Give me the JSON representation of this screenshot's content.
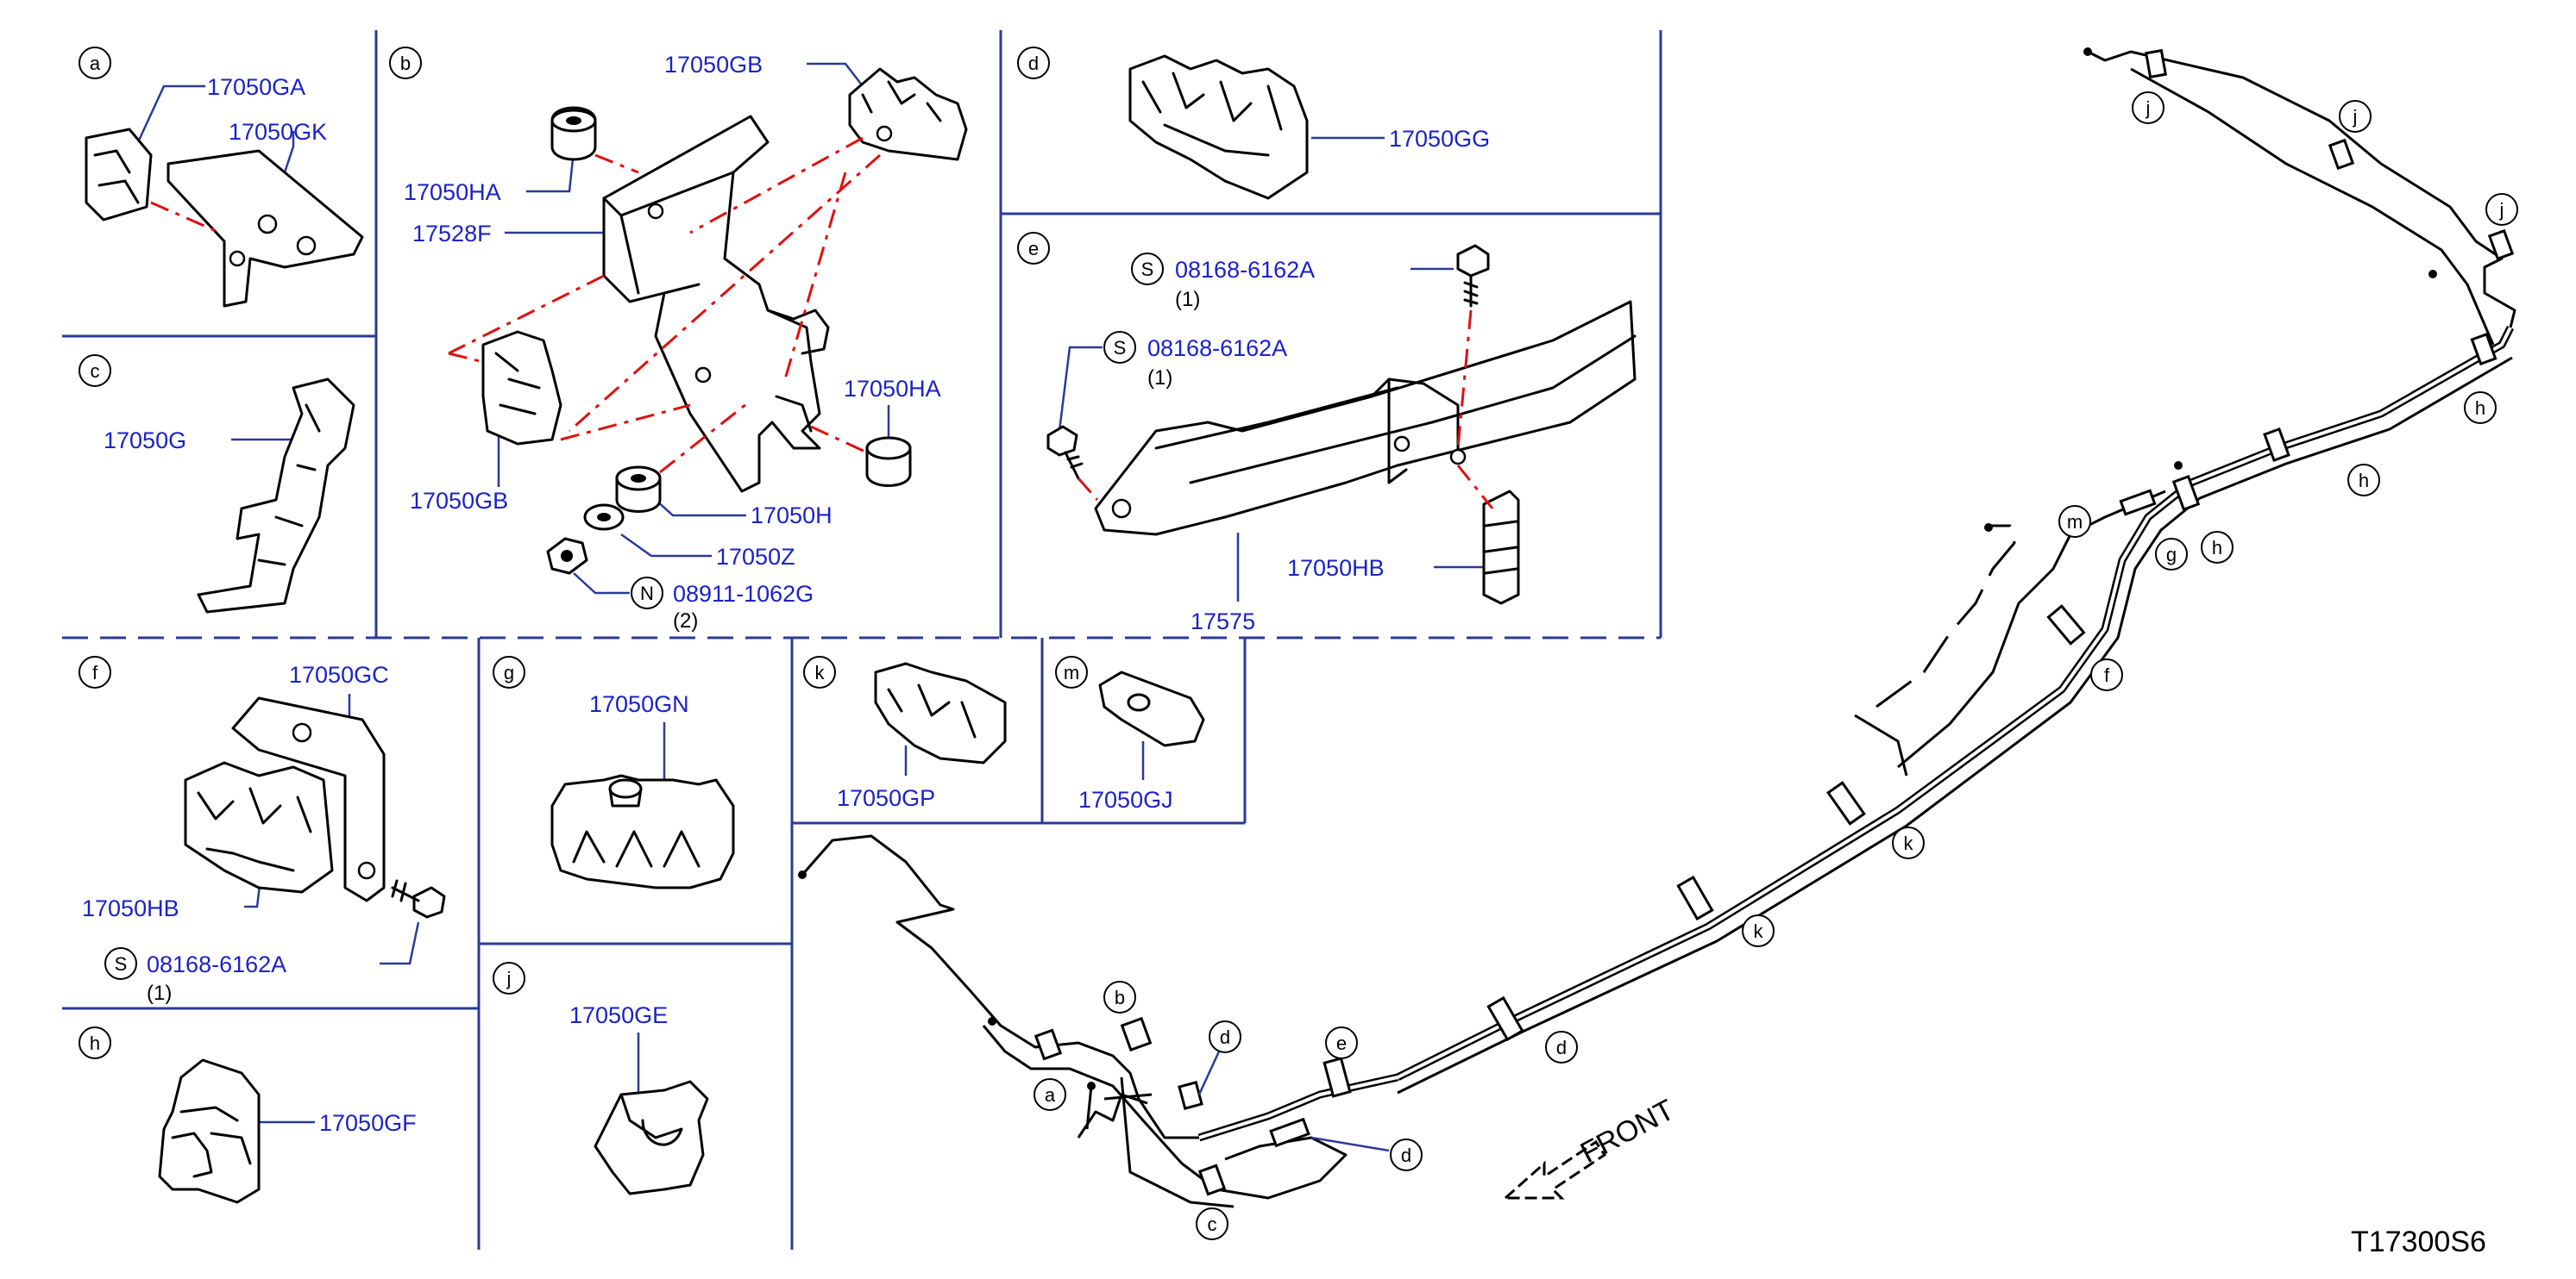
{
  "diagram_id": "T17300S6",
  "front_label": "FRONT",
  "panels": {
    "a": {
      "letter": "a",
      "parts": [
        "17050GA",
        "17050GK"
      ]
    },
    "b": {
      "letter": "b",
      "parts": [
        "17050GB",
        "17050HA",
        "17528F",
        "17050GB",
        "17050HA",
        "17050H",
        "17050Z"
      ],
      "nut": {
        "prefix": "N",
        "part": "08911-1062G",
        "qty": "(2)"
      }
    },
    "c": {
      "letter": "c",
      "parts": [
        "17050G"
      ]
    },
    "d": {
      "letter": "d",
      "parts": [
        "17050GG"
      ]
    },
    "e": {
      "letter": "e",
      "bolts": [
        {
          "prefix": "S",
          "part": "08168-6162A",
          "qty": "(1)"
        },
        {
          "prefix": "S",
          "part": "08168-6162A",
          "qty": "(1)"
        }
      ],
      "parts": [
        "17050HB",
        "17575"
      ]
    },
    "f": {
      "letter": "f",
      "parts": [
        "17050GC",
        "17050HB"
      ],
      "bolt": {
        "prefix": "S",
        "part": "08168-6162A",
        "qty": "(1)"
      }
    },
    "g": {
      "letter": "g",
      "parts": [
        "17050GN"
      ]
    },
    "k": {
      "letter": "k",
      "parts": [
        "17050GP"
      ]
    },
    "m": {
      "letter": "m",
      "parts": [
        "17050GJ"
      ]
    },
    "h": {
      "letter": "h",
      "parts": [
        "17050GF"
      ]
    },
    "j": {
      "letter": "j",
      "parts": [
        "17050GE"
      ]
    }
  },
  "callouts": [
    "j",
    "j",
    "j",
    "h",
    "h",
    "h",
    "m",
    "g",
    "f",
    "k",
    "k",
    "d",
    "e",
    "d",
    "b",
    "a",
    "c",
    "d"
  ]
}
